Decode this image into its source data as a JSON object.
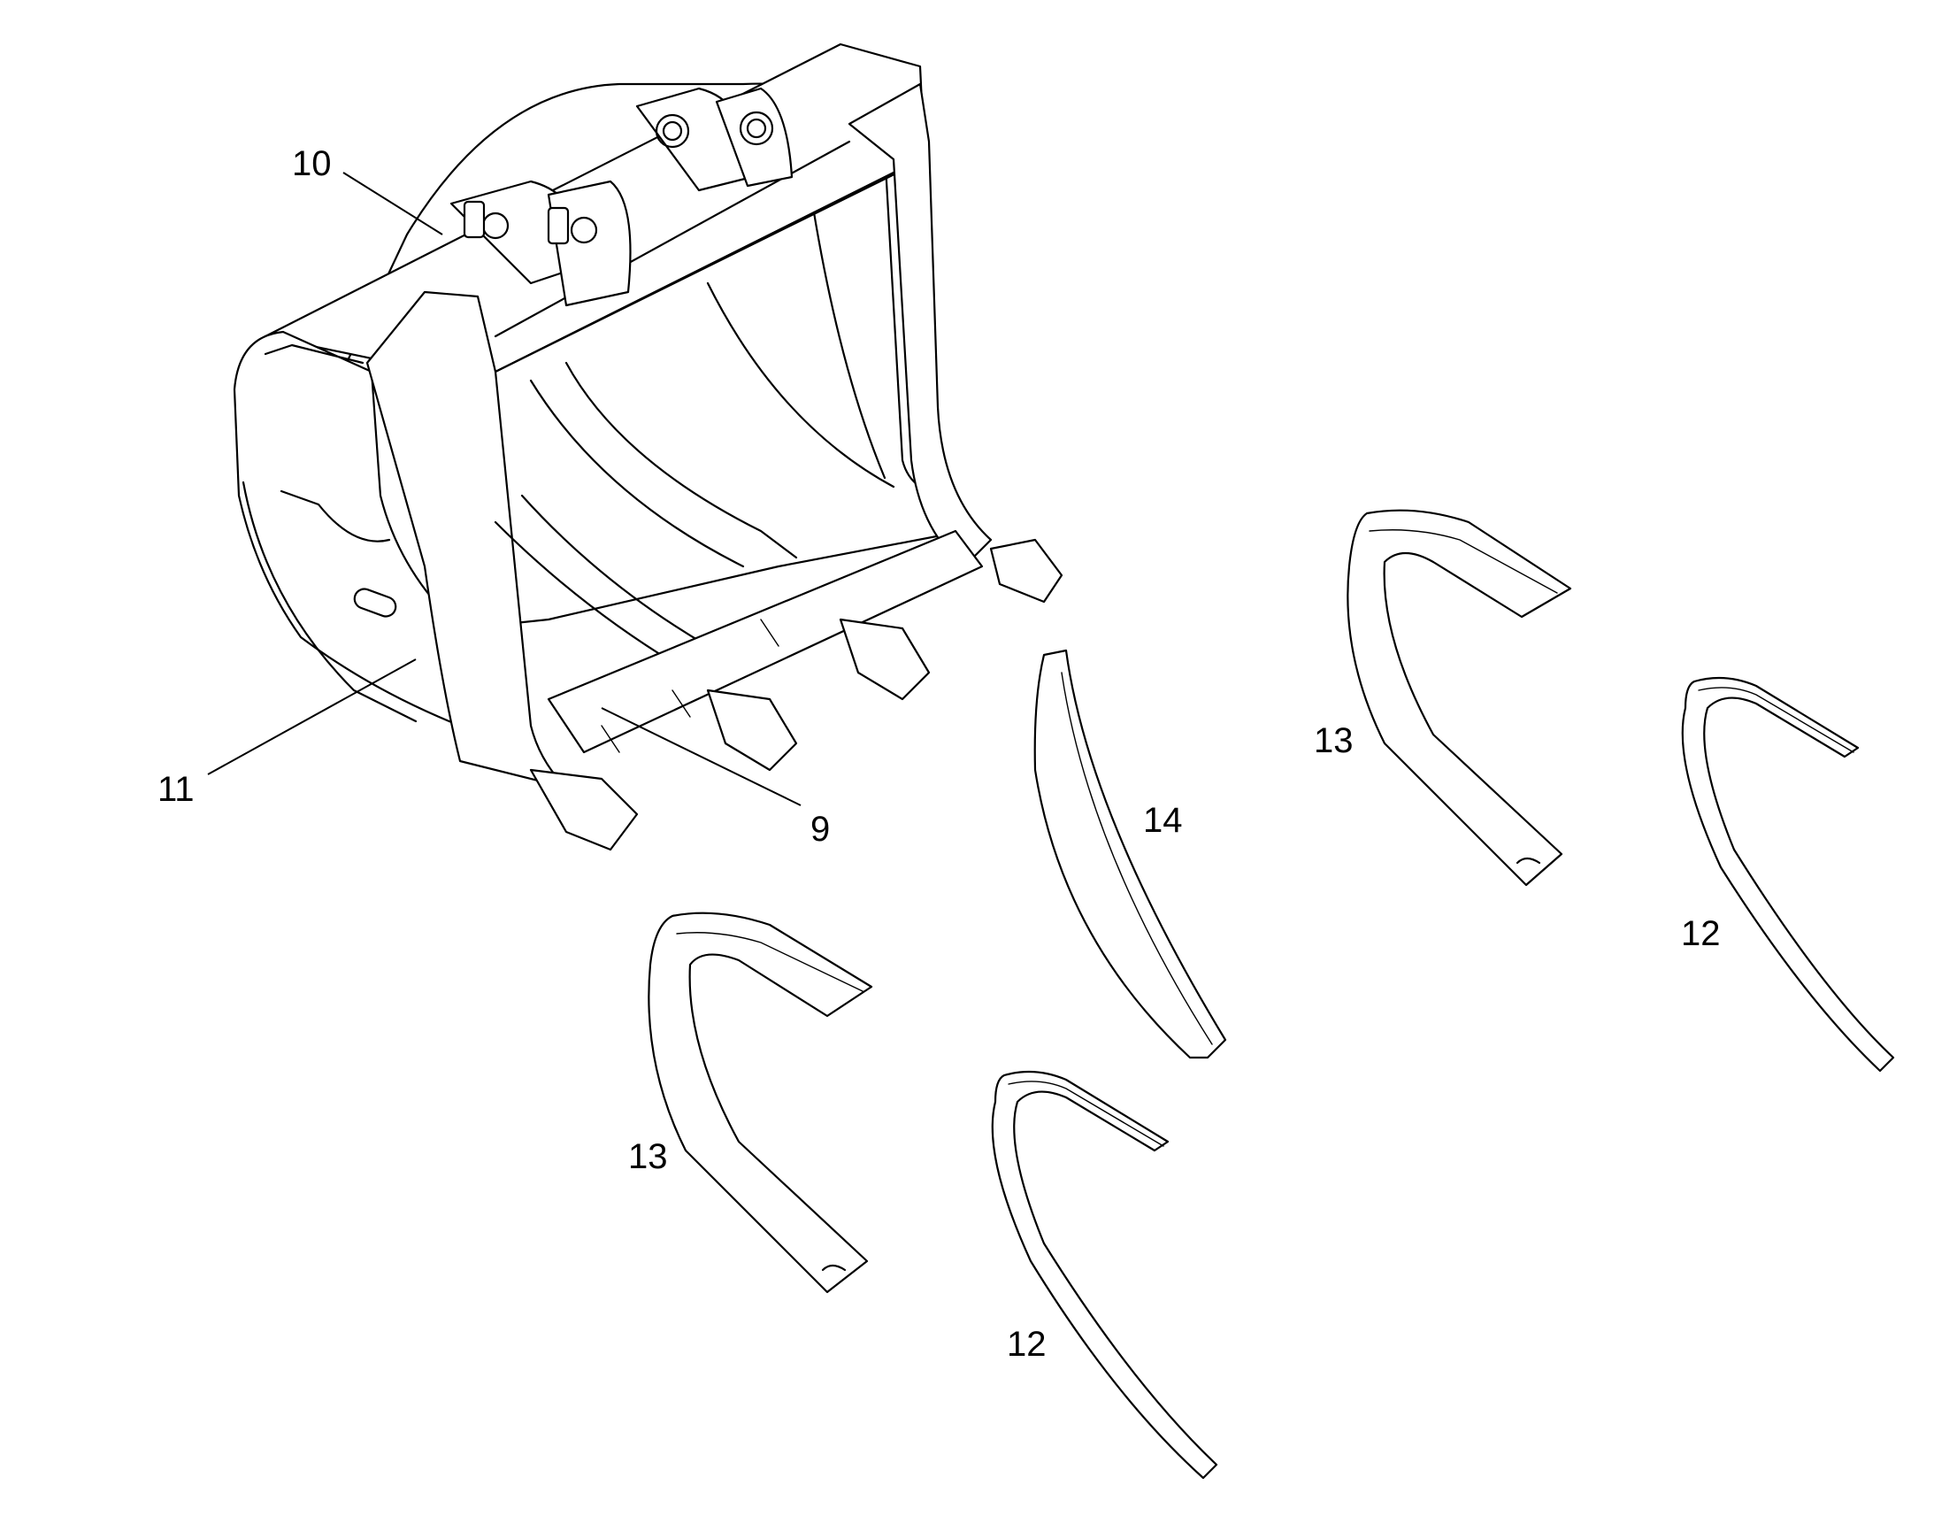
{
  "callouts": {
    "c9": "9",
    "c10": "10",
    "c11": "11",
    "c12a": "12",
    "c12b": "12",
    "c13a": "13",
    "c13b": "13",
    "c14": "14"
  }
}
